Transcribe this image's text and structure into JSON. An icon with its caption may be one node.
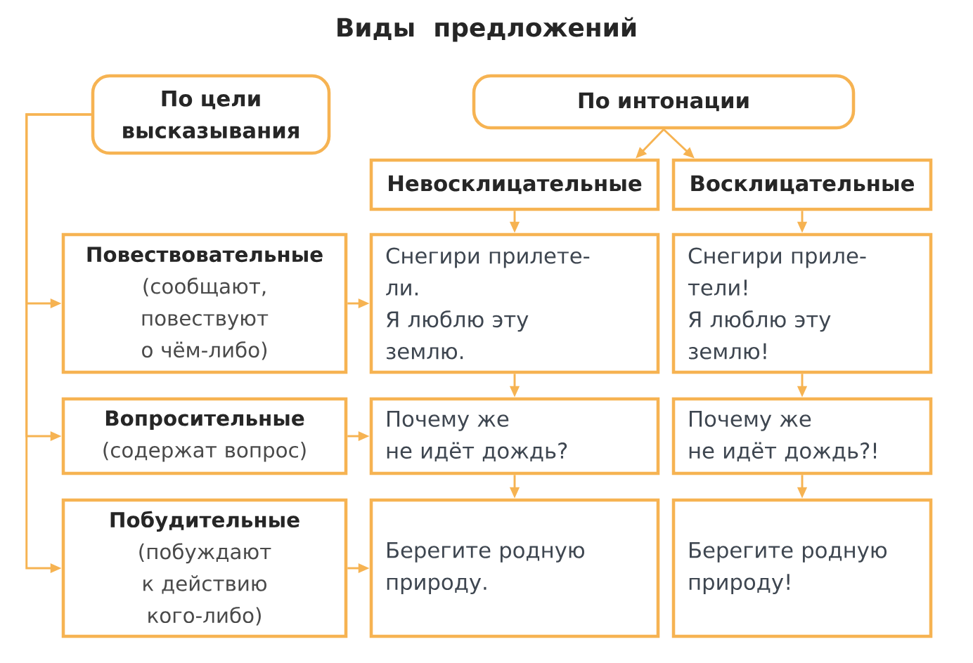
{
  "diagram": {
    "title": "Виды предложений",
    "nodes": [
      {
        "text": [
          "По цели высказывания"
        ]
      },
      {
        "text": [
          "По интонации"
        ]
      },
      {
        "text": [
          "Невосклицательные"
        ]
      },
      {
        "text": [
          "Восклицательные"
        ]
      },
      {
        "text": [
          "Повествовательные",
          "(сообщают, повествуют о чём-либо)"
        ]
      },
      {
        "text": [
          "Снегири прилете- ли.",
          "Я люблю эту землю."
        ]
      },
      {
        "text": [
          "Снегири приле- тели!",
          "Я люблю эту землю!"
        ]
      },
      {
        "text": [
          "Вопросительные",
          "(содержат вопрос)"
        ]
      },
      {
        "text": [
          "Почему же не идёт дождь?"
        ]
      },
      {
        "text": [
          "Почему же не идёт дождь?!"
        ]
      },
      {
        "text": [
          "Побудительные",
          "(побуждают к действию кого-либо)"
        ]
      },
      {
        "text": [
          "Берегите родную природу."
        ]
      },
      {
        "text": [
          "Берегите родную природу!"
        ]
      }
    ],
    "edges": [
      {
        "from": 0,
        "to": 4,
        "arrow": "to"
      },
      {
        "from": 0,
        "to": 7,
        "arrow": "to"
      },
      {
        "from": 0,
        "to": 10,
        "arrow": "to"
      },
      {
        "from": 1,
        "to": 2,
        "arrow": "to"
      },
      {
        "from": 1,
        "to": 3,
        "arrow": "to"
      },
      {
        "from": 2,
        "to": 5,
        "arrow": "to"
      },
      {
        "from": 3,
        "to": 6,
        "arrow": "to"
      },
      {
        "from": 4,
        "to": 5,
        "arrow": "to"
      },
      {
        "from": 5,
        "to": 8,
        "arrow": "to"
      },
      {
        "from": 6,
        "to": 9,
        "arrow": "to"
      },
      {
        "from": 7,
        "to": 8,
        "arrow": "to"
      },
      {
        "from": 8,
        "to": 11,
        "arrow": "to"
      },
      {
        "from": 9,
        "to": 12,
        "arrow": "to"
      },
      {
        "from": 10,
        "to": 11,
        "arrow": "to"
      }
    ]
  }
}
